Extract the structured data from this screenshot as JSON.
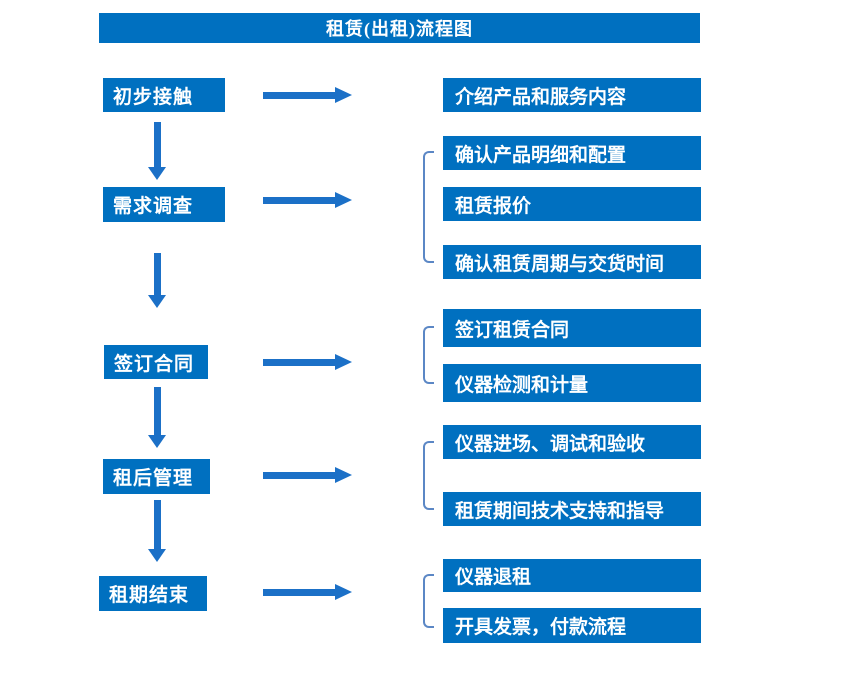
{
  "title": "租赁(出租)流程图",
  "colors": {
    "box_blue": "#0070C0",
    "arrow_blue": "#1B70C7",
    "bracket_blue": "#5B87C5",
    "text_white": "#FFFFFF"
  },
  "steps": [
    {
      "label": "初步接触",
      "details": [
        "介绍产品和服务内容"
      ]
    },
    {
      "label": "需求调查",
      "details": [
        "确认产品明细和配置",
        "租赁报价",
        "确认租赁周期与交货时间"
      ]
    },
    {
      "label": "签订合同",
      "details": [
        "签订租赁合同",
        "仪器检测和计量"
      ]
    },
    {
      "label": "租后管理",
      "details": [
        "仪器进场、调试和验收",
        "租赁期间技术支持和指导"
      ]
    },
    {
      "label": "租期结束",
      "details": [
        "仪器退租",
        "开具发票，付款流程"
      ]
    }
  ]
}
